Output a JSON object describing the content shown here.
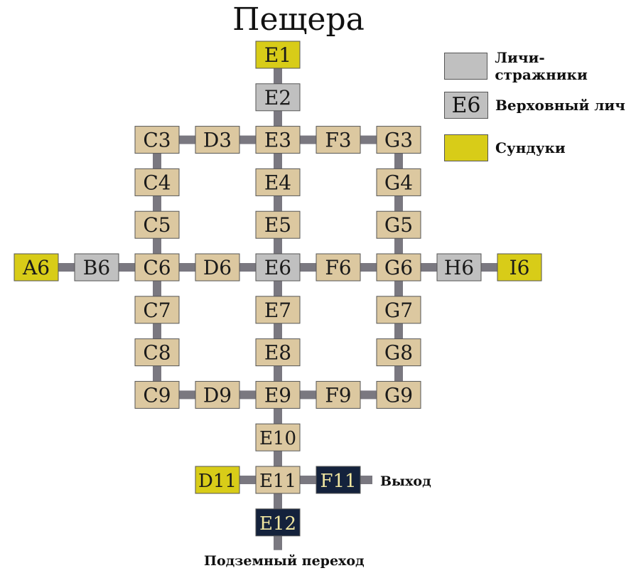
{
  "title": "Пещера",
  "colors": {
    "room": "#dcc8a0",
    "guard": "#c0c0c0",
    "chest": "#d8cc18",
    "exit": "#14223c",
    "corridor": "#7a7880",
    "border": "#555555"
  },
  "legend": [
    {
      "type": "guard",
      "swatch_label": "",
      "text": "Личи-стражники"
    },
    {
      "type": "guard",
      "swatch_label": "E6",
      "text": "Верховный лич"
    },
    {
      "type": "chest",
      "swatch_label": "",
      "text": "Сундуки"
    }
  ],
  "rooms": [
    {
      "id": "E1",
      "col": 4,
      "row": 0,
      "type": "chest"
    },
    {
      "id": "E2",
      "col": 4,
      "row": 1,
      "type": "guard"
    },
    {
      "id": "C3",
      "col": 2,
      "row": 2,
      "type": "room"
    },
    {
      "id": "D3",
      "col": 3,
      "row": 2,
      "type": "room"
    },
    {
      "id": "E3",
      "col": 4,
      "row": 2,
      "type": "room"
    },
    {
      "id": "F3",
      "col": 5,
      "row": 2,
      "type": "room"
    },
    {
      "id": "G3",
      "col": 6,
      "row": 2,
      "type": "room"
    },
    {
      "id": "C4",
      "col": 2,
      "row": 3,
      "type": "room"
    },
    {
      "id": "E4",
      "col": 4,
      "row": 3,
      "type": "room"
    },
    {
      "id": "G4",
      "col": 6,
      "row": 3,
      "type": "room"
    },
    {
      "id": "C5",
      "col": 2,
      "row": 4,
      "type": "room"
    },
    {
      "id": "E5",
      "col": 4,
      "row": 4,
      "type": "room"
    },
    {
      "id": "G5",
      "col": 6,
      "row": 4,
      "type": "room"
    },
    {
      "id": "A6",
      "col": 0,
      "row": 5,
      "type": "chest"
    },
    {
      "id": "B6",
      "col": 1,
      "row": 5,
      "type": "guard"
    },
    {
      "id": "C6",
      "col": 2,
      "row": 5,
      "type": "room"
    },
    {
      "id": "D6",
      "col": 3,
      "row": 5,
      "type": "room"
    },
    {
      "id": "E6",
      "col": 4,
      "row": 5,
      "type": "guard"
    },
    {
      "id": "F6",
      "col": 5,
      "row": 5,
      "type": "room"
    },
    {
      "id": "G6",
      "col": 6,
      "row": 5,
      "type": "room"
    },
    {
      "id": "H6",
      "col": 7,
      "row": 5,
      "type": "guard"
    },
    {
      "id": "I6",
      "col": 8,
      "row": 5,
      "type": "chest"
    },
    {
      "id": "C7",
      "col": 2,
      "row": 6,
      "type": "room"
    },
    {
      "id": "E7",
      "col": 4,
      "row": 6,
      "type": "room"
    },
    {
      "id": "G7",
      "col": 6,
      "row": 6,
      "type": "room"
    },
    {
      "id": "C8",
      "col": 2,
      "row": 7,
      "type": "room"
    },
    {
      "id": "E8",
      "col": 4,
      "row": 7,
      "type": "room"
    },
    {
      "id": "G8",
      "col": 6,
      "row": 7,
      "type": "room"
    },
    {
      "id": "C9",
      "col": 2,
      "row": 8,
      "type": "room"
    },
    {
      "id": "D9",
      "col": 3,
      "row": 8,
      "type": "room"
    },
    {
      "id": "E9",
      "col": 4,
      "row": 8,
      "type": "room"
    },
    {
      "id": "F9",
      "col": 5,
      "row": 8,
      "type": "room"
    },
    {
      "id": "G9",
      "col": 6,
      "row": 8,
      "type": "room"
    },
    {
      "id": "E10",
      "col": 4,
      "row": 9,
      "type": "room"
    },
    {
      "id": "D11",
      "col": 3,
      "row": 10,
      "type": "chest"
    },
    {
      "id": "E11",
      "col": 4,
      "row": 10,
      "type": "room"
    },
    {
      "id": "F11",
      "col": 5,
      "row": 10,
      "type": "exit"
    },
    {
      "id": "E12",
      "col": 4,
      "row": 11,
      "type": "exit"
    }
  ],
  "connections": [
    [
      "E1",
      "E2"
    ],
    [
      "E2",
      "E3"
    ],
    [
      "C3",
      "D3"
    ],
    [
      "D3",
      "E3"
    ],
    [
      "E3",
      "F3"
    ],
    [
      "F3",
      "G3"
    ],
    [
      "C3",
      "C4"
    ],
    [
      "C4",
      "C5"
    ],
    [
      "C5",
      "C6"
    ],
    [
      "C6",
      "C7"
    ],
    [
      "C7",
      "C8"
    ],
    [
      "C8",
      "C9"
    ],
    [
      "E3",
      "E4"
    ],
    [
      "E4",
      "E5"
    ],
    [
      "E5",
      "E6"
    ],
    [
      "E6",
      "E7"
    ],
    [
      "E7",
      "E8"
    ],
    [
      "E8",
      "E9"
    ],
    [
      "E9",
      "E10"
    ],
    [
      "E10",
      "E11"
    ],
    [
      "E11",
      "E12"
    ],
    [
      "G3",
      "G4"
    ],
    [
      "G4",
      "G5"
    ],
    [
      "G5",
      "G6"
    ],
    [
      "G6",
      "G7"
    ],
    [
      "G7",
      "G8"
    ],
    [
      "G8",
      "G9"
    ],
    [
      "A6",
      "B6"
    ],
    [
      "B6",
      "C6"
    ],
    [
      "C6",
      "D6"
    ],
    [
      "D6",
      "E6"
    ],
    [
      "E6",
      "F6"
    ],
    [
      "F6",
      "G6"
    ],
    [
      "G6",
      "H6"
    ],
    [
      "H6",
      "I6"
    ],
    [
      "C9",
      "D9"
    ],
    [
      "D9",
      "E9"
    ],
    [
      "E9",
      "F9"
    ],
    [
      "F9",
      "G9"
    ],
    [
      "D11",
      "E11"
    ],
    [
      "E11",
      "F11"
    ]
  ],
  "exits": [
    {
      "from": "F11",
      "direction": "right",
      "label": "Выход"
    },
    {
      "from": "E12",
      "direction": "down",
      "label": "Подземный переход"
    }
  ]
}
